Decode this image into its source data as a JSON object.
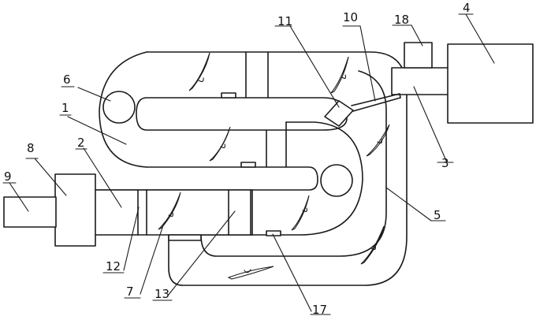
{
  "labels": {
    "l1": "1",
    "l2": "2",
    "l3": "3",
    "l4": "4",
    "l5": "5",
    "l6": "6",
    "l7": "7",
    "l8": "8",
    "l9": "9",
    "l10": "10",
    "l11": "11",
    "l12": "12",
    "l13": "13",
    "l17": "17",
    "l18": "18"
  }
}
